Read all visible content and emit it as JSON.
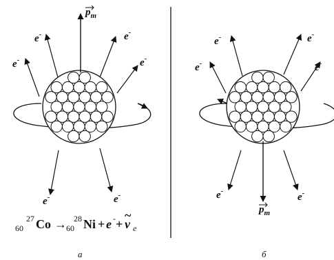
{
  "panels": [
    {
      "id": "a",
      "caption": "а",
      "electron_labels": [
        "e",
        "e",
        "e",
        "e",
        "e",
        "e"
      ],
      "electron_charge": "-",
      "moment_label": "p",
      "moment_sub": "m",
      "moment_direction": "up"
    },
    {
      "id": "b",
      "caption": "б",
      "electron_labels": [
        "e",
        "e",
        "e",
        "e",
        "e",
        "e"
      ],
      "electron_charge": "-",
      "moment_label": "p",
      "moment_sub": "m",
      "moment_direction": "down"
    }
  ],
  "equation": {
    "z1": "27",
    "a1": "60",
    "el1": "Co",
    "arrow": "→",
    "z2": "28",
    "a2": "60",
    "el2": "Ni",
    "plus": "+",
    "e": "e",
    "e_charge": "-",
    "nu": "ν",
    "tilde": "~",
    "nu_sub": "e"
  },
  "colors": {
    "ink": "#111111",
    "background": "#ffffff"
  }
}
